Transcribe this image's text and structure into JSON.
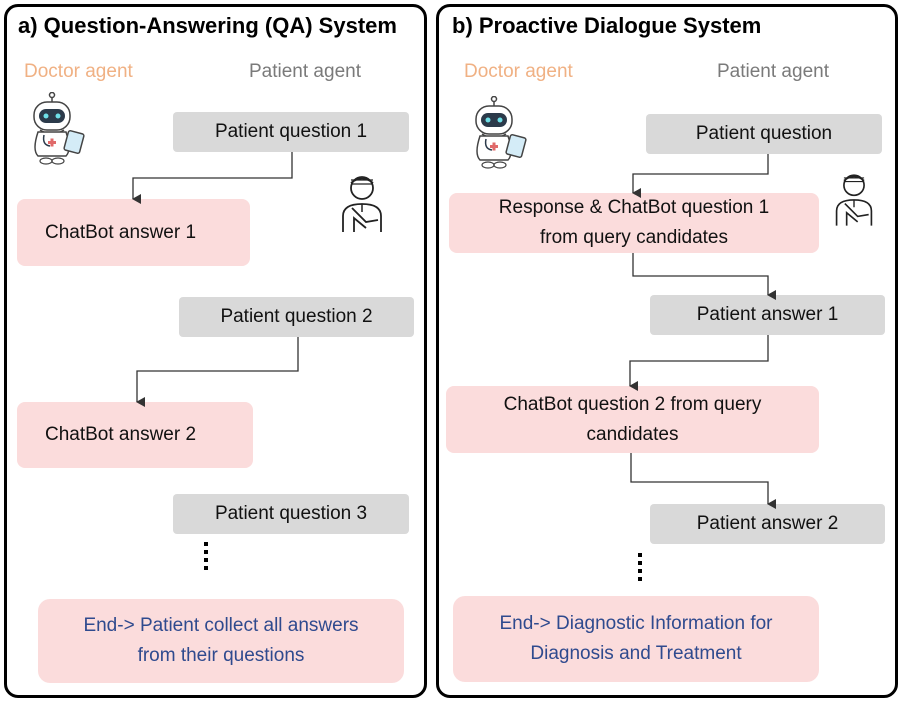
{
  "panel_a": {
    "title": "a) Question-Answering (QA) System",
    "doctor_label": "Doctor agent",
    "patient_label": "Patient  agent",
    "patient_question_1": "Patient question 1",
    "chatbot_answer_1": "ChatBot answer 1",
    "patient_question_2": "Patient question 2",
    "chatbot_answer_2": "ChatBot answer 2",
    "patient_question_3": "Patient question 3",
    "end_line_1": "End-> Patient collect all answers",
    "end_line_2": "from their questions"
  },
  "panel_b": {
    "title": "b) Proactive Dialogue System",
    "doctor_label": "Doctor agent",
    "patient_label": "Patient  agent",
    "patient_question": "Patient question",
    "response_line_1": "Response & ChatBot question 1",
    "response_line_2": "from query candidates",
    "patient_answer_1": "Patient answer 1",
    "chatbot_q2_line_1": "ChatBot question 2 from query",
    "chatbot_q2_line_2": "candidates",
    "patient_answer_2": "Patient answer 2",
    "end_line_1": "End-> Diagnostic Information for",
    "end_line_2": "Diagnosis and Treatment"
  },
  "colors": {
    "doctor_label": "#f0b184",
    "patient_label": "#7a7a7a",
    "patient_box": "#d9d9d9",
    "chatbot_box": "#fbdcdc",
    "end_text": "#2f4a8e",
    "border": "#000000"
  },
  "icons": {
    "doctor": "robot-doctor-icon",
    "patient": "injured-patient-icon"
  }
}
